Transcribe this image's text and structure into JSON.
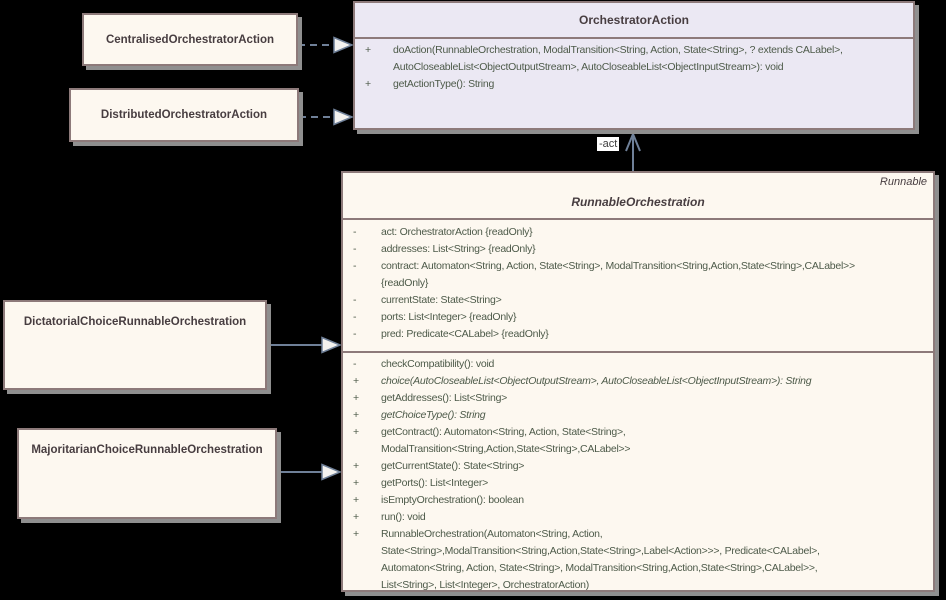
{
  "colors": {
    "background": "#000000",
    "class_fill": "#fdf8f0",
    "interface_fill": "#ebe8f3",
    "border": "#8d7a7a",
    "shadow": "#8f8f8f",
    "connector": "#6f8098",
    "arrowhead_fill": "#f4f2ef",
    "member_text": "#4d5a49",
    "title_text": "#473d40",
    "label_bg": "#ffffff"
  },
  "classes": {
    "orchestrator_action": {
      "title": "OrchestratorAction",
      "operations": [
        {
          "vis": "+",
          "text": "doAction(RunnableOrchestration, ModalTransition<String, Action, State<String>, ? extends CALabel>,"
        },
        {
          "vis": "",
          "text": "AutoCloseableList<ObjectOutputStream>, AutoCloseableList<ObjectInputStream>): void"
        },
        {
          "vis": "+",
          "text": "getActionType(): String"
        }
      ]
    },
    "centralised_orchestrator_action": {
      "title": "CentralisedOrchestratorAction"
    },
    "distributed_orchestrator_action": {
      "title": "DistributedOrchestratorAction"
    },
    "dictatorial_choice": {
      "title": "DictatorialChoiceRunnableOrchestration"
    },
    "majoritarian_choice": {
      "title": "MajoritarianChoiceRunnableOrchestration"
    },
    "runnable_orchestration": {
      "corner_label": "Runnable",
      "title": "RunnableOrchestration",
      "attributes": [
        {
          "vis": "-",
          "text": "act: OrchestratorAction {readOnly}"
        },
        {
          "vis": "-",
          "text": "addresses: List<String> {readOnly}"
        },
        {
          "vis": "-",
          "text": "contract: Automaton<String, Action, State<String>, ModalTransition<String,Action,State<String>,CALabel>>"
        },
        {
          "vis": "",
          "text": "{readOnly}"
        },
        {
          "vis": "-",
          "text": "currentState: State<String>"
        },
        {
          "vis": "-",
          "text": "ports: List<Integer> {readOnly}"
        },
        {
          "vis": "-",
          "text": "pred: Predicate<CALabel> {readOnly}"
        }
      ],
      "operations": [
        {
          "vis": "-",
          "text": "checkCompatibility(): void"
        },
        {
          "vis": "+",
          "text": "choice(AutoCloseableList<ObjectOutputStream>, AutoCloseableList<ObjectInputStream>): String"
        },
        {
          "vis": "+",
          "text": "getAddresses(): List<String>"
        },
        {
          "vis": "+",
          "text": "getChoiceType(): String"
        },
        {
          "vis": "+",
          "text": "getContract(): Automaton<String, Action, State<String>,"
        },
        {
          "vis": "",
          "text": "ModalTransition<String,Action,State<String>,CALabel>>"
        },
        {
          "vis": "+",
          "text": "getCurrentState(): State<String>"
        },
        {
          "vis": "+",
          "text": "getPorts(): List<Integer>"
        },
        {
          "vis": "+",
          "text": "isEmptyOrchestration(): boolean"
        },
        {
          "vis": "+",
          "text": "run(): void"
        },
        {
          "vis": "+",
          "text": "RunnableOrchestration(Automaton<String, Action,"
        },
        {
          "vis": "",
          "text": "State<String>,ModalTransition<String,Action,State<String>,Label<Action>>>, Predicate<CALabel>,"
        },
        {
          "vis": "",
          "text": "Automaton<String, Action, State<String>, ModalTransition<String,Action,State<String>,CALabel>>,"
        },
        {
          "vis": "",
          "text": "List<String>, List<Integer>, OrchestratorAction)"
        }
      ]
    }
  },
  "connectors": {
    "act_association_label": "-act"
  }
}
